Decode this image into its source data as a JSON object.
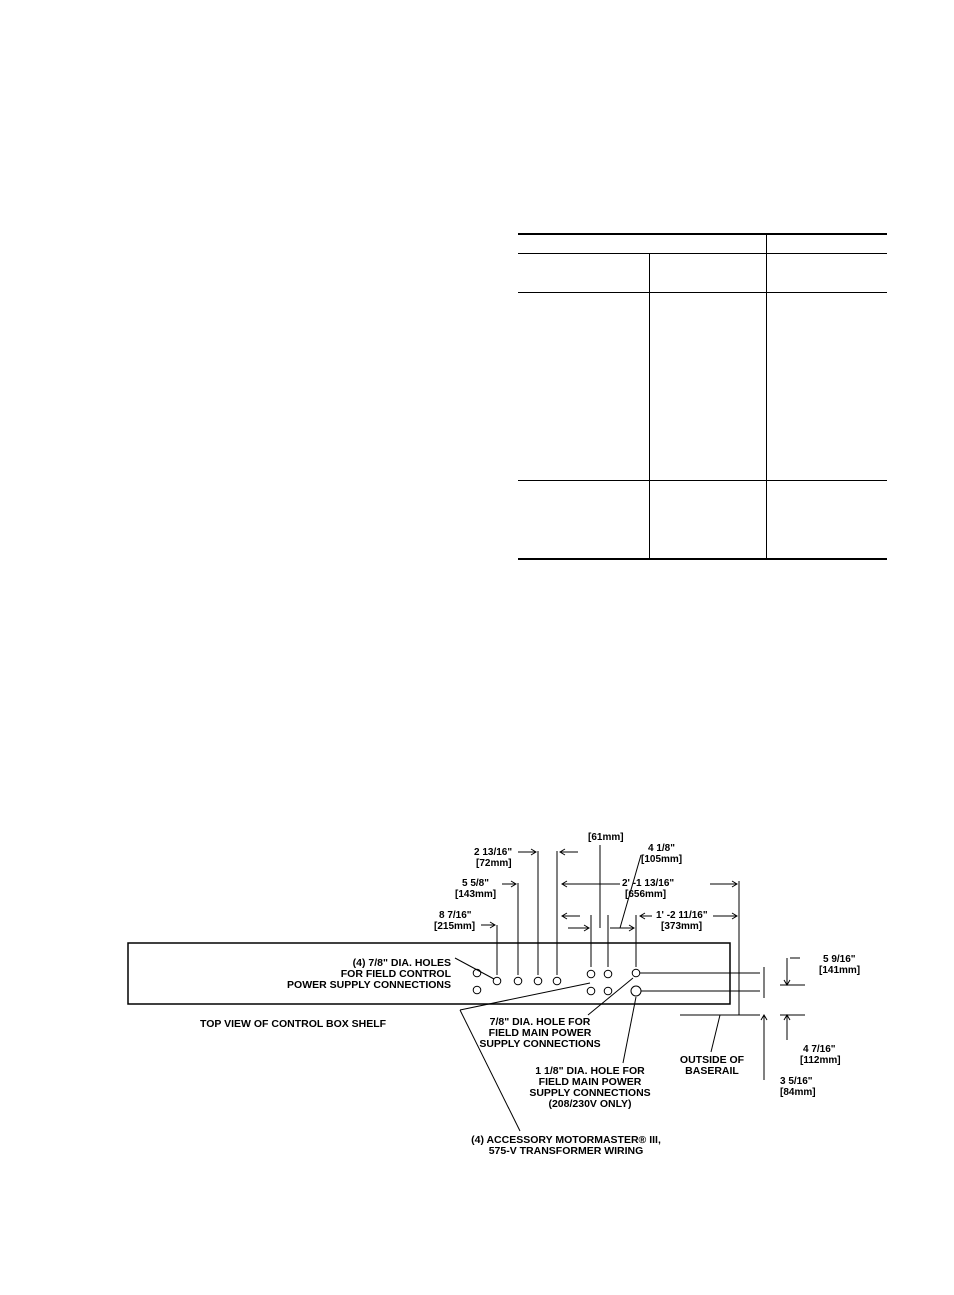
{
  "dims": {
    "d1": "2 13/16\"",
    "d1m": "[72mm]",
    "d2": "5 5/8\"",
    "d2m": "[143mm]",
    "d3": "8 7/16\"",
    "d3m": "[215mm]",
    "d4m": "[61mm]",
    "d5": "4 1/8\"",
    "d5m": "[105mm]",
    "d6": "2' -1 13/16\"",
    "d6m": "[656mm]",
    "d7": "1' -2 11/16\"",
    "d7m": "[373mm]",
    "d8": "5 9/16\"",
    "d8m": "[141mm]",
    "d9": "4 7/16\"",
    "d9m": "[112mm]",
    "d10": "3 5/16\"",
    "d10m": "[84mm]"
  },
  "callouts": {
    "holes_l1": "(4) 7/8\" DIA. HOLES",
    "holes_l2": "FOR FIELD CONTROL",
    "holes_l3": "POWER SUPPLY CONNECTIONS",
    "top_view": "TOP VIEW OF CONTROL BOX SHELF",
    "main_l1": "7/8\" DIA. HOLE FOR",
    "main_l2": "FIELD MAIN POWER",
    "main_l3": "SUPPLY CONNECTIONS",
    "big_l1": "1 1/8\" DIA. HOLE FOR",
    "big_l2": "FIELD MAIN POWER",
    "big_l3": "SUPPLY CONNECTIONS",
    "big_l4": "(208/230V ONLY)",
    "base_l1": "OUTSIDE OF",
    "base_l2": "BASERAIL",
    "acc_l1": "(4) ACCESSORY MOTORMASTER® III,",
    "acc_l2": "575-V TRANSFORMER WIRING"
  }
}
